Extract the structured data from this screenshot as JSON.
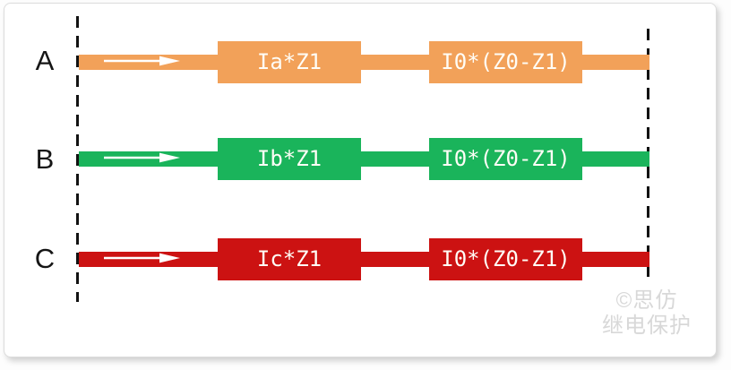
{
  "diagram": {
    "description": "Three-phase relay protection impedance diagram",
    "phases": [
      {
        "label": "A",
        "impedance1": "Ia*Z1",
        "impedance2": "I0*(Z0-Z1)",
        "color": "#F2A159"
      },
      {
        "label": "B",
        "impedance1": "Ib*Z1",
        "impedance2": "I0*(Z0-Z1)",
        "color": "#1AB45B"
      },
      {
        "label": "C",
        "impedance1": "Ic*Z1",
        "impedance2": "I0*(Z0-Z1)",
        "color": "#CC1212"
      }
    ],
    "colors": {
      "phase_a": "#F2A159",
      "phase_b": "#1AB45B",
      "phase_c": "#CC1212",
      "dashed_boundary": "#121212",
      "block_text": "#FFFDF6",
      "arrow": "#FFFFFF",
      "watermark": "#D8D8D8"
    }
  },
  "watermark": {
    "line1": "©思仿",
    "line2": "继电保护"
  }
}
